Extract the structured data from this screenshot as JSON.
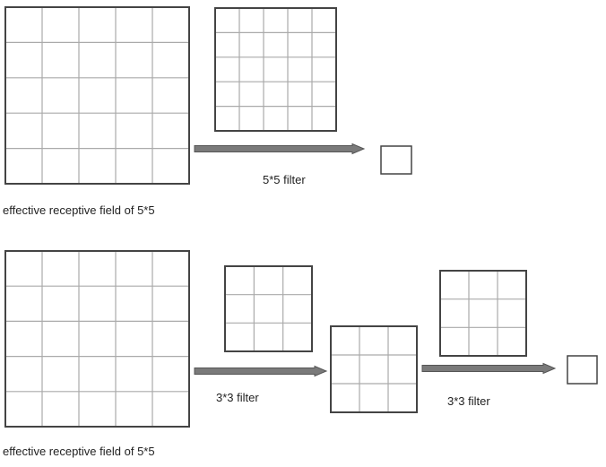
{
  "top_section": {
    "filter_label": "5*5 filter",
    "caption": "effective receptive field of 5*5"
  },
  "bottom_section": {
    "filter_label_1": "3*3 filter",
    "filter_label_2": "3*3 filter",
    "caption": "effective receptive field of 5*5"
  },
  "colors": {
    "border": "#444444",
    "grid_line": "#aaaaaa",
    "arrow": "#7a7a7a",
    "arrow_outline": "#555555",
    "text": "#222222"
  }
}
